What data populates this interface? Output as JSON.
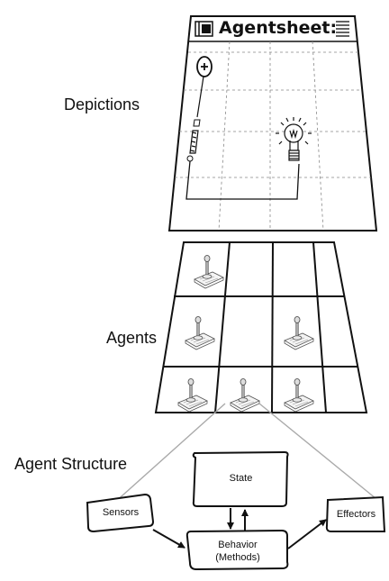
{
  "labels": {
    "depictions": "Depictions",
    "agents": "Agents",
    "agent_structure": "Agent Structure"
  },
  "sheet": {
    "title": "Agentsheet:"
  },
  "structure": {
    "state": "State",
    "sensors": "Sensors",
    "effectors": "Effectors",
    "behavior_line1": "Behavior",
    "behavior_line2": "(Methods)"
  },
  "icons": {
    "window": "window-icon",
    "battery": "battery-icon",
    "bulb": "lightbulb-icon",
    "agent": "joystick-agent-icon"
  }
}
